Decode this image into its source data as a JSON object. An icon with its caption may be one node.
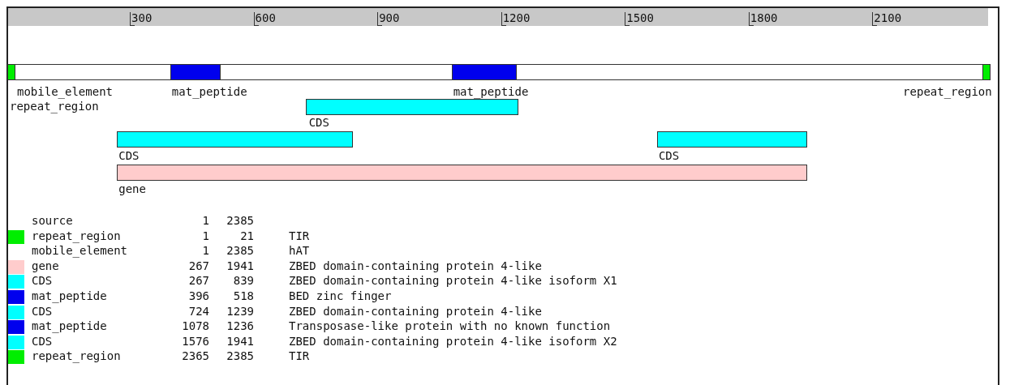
{
  "diagram": {
    "nodes": [
      {
        "text": [
          "mobile_element"
        ]
      },
      {
        "text": [
          "repeat_region"
        ],
        "in": 0
      },
      {
        "text": [
          "mat_peptide"
        ],
        "in": 0
      },
      {
        "text": [
          "mat_peptide"
        ],
        "in": 0
      },
      {
        "text": [
          "repeat_region"
        ],
        "in": 0
      },
      {
        "text": [
          "CDS"
        ]
      },
      {
        "text": [
          "CDS"
        ]
      },
      {
        "text": [
          "CDS"
        ]
      },
      {
        "text": [
          "gene"
        ]
      }
    ],
    "edges": [],
    "labels": [
      "300",
      "600",
      "900",
      "1200",
      "1500",
      "1800",
      "2100",
      "source",
      "1",
      "2385",
      "repeat_region",
      "1",
      "21",
      "TIR",
      "mobile_element",
      "1",
      "2385",
      "hAT",
      "gene",
      "267",
      "1941",
      "ZBED domain-containing protein 4-like",
      "CDS",
      "267",
      "839",
      "ZBED domain-containing protein 4-like isoform X1",
      "mat_peptide",
      "396",
      "518",
      "BED zinc finger",
      "CDS",
      "724",
      "1239",
      "ZBED domain-containing protein 4-like",
      "mat_peptide",
      "1078",
      "1236",
      "Transposase-like protein with no known function",
      "CDS",
      "1576",
      "1941",
      "ZBED domain-containing protein 4-like isoform X2",
      "repeat_region",
      "2365",
      "2385",
      "TIR"
    ]
  }
}
